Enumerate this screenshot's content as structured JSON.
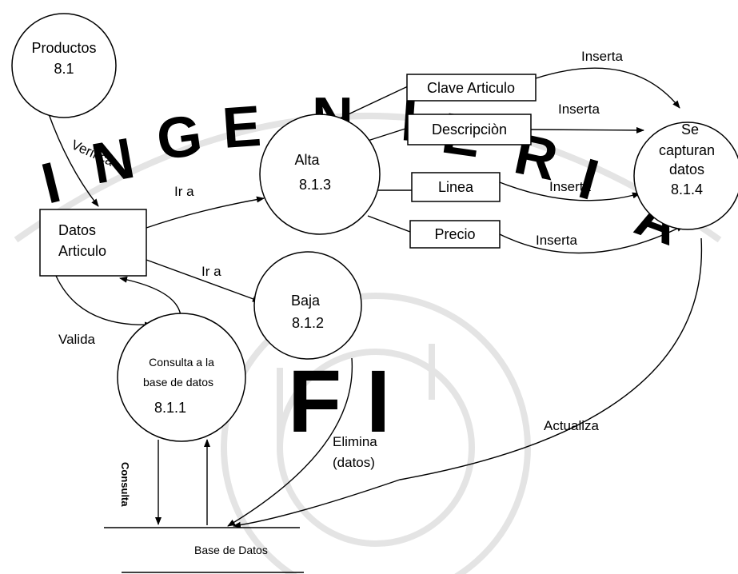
{
  "watermark": {
    "letters": [
      "I",
      "N",
      "G",
      "E",
      "N",
      "I",
      "E",
      "R",
      "I",
      "A"
    ],
    "center": "F I"
  },
  "nodes": {
    "productos": {
      "line1": "Productos",
      "line2": "8.1"
    },
    "alta": {
      "line1": "Alta",
      "line2": "8.1.3"
    },
    "baja": {
      "line1": "Baja",
      "line2": "8.1.2"
    },
    "consulta": {
      "line1": "Consulta a la",
      "line2": "base de datos",
      "line3": "8.1.1"
    },
    "captura": {
      "line1": "Se",
      "line2": "capturan",
      "line3": "datos",
      "line4": "8.1.4"
    },
    "datos_articulo": {
      "line1": "Datos",
      "line2": "Articulo"
    },
    "clave": "Clave Articulo",
    "descripcion": "Descripciòn",
    "linea": "Linea",
    "precio": "Precio",
    "base_datos": "Base de Datos"
  },
  "edges": {
    "verifica": "Verifica",
    "ir_a_alta": "Ir a",
    "ir_a_baja": "Ir a",
    "valida": "Valida",
    "inserta_clave": "Inserta",
    "inserta_descripcion": "Inserta",
    "inserta_linea": "Inserta",
    "inserta_precio": "Inserta",
    "actualiza": "Actualiza",
    "elimina_1": "Elimina",
    "elimina_2": "(datos)",
    "consulta": "Consulta"
  }
}
